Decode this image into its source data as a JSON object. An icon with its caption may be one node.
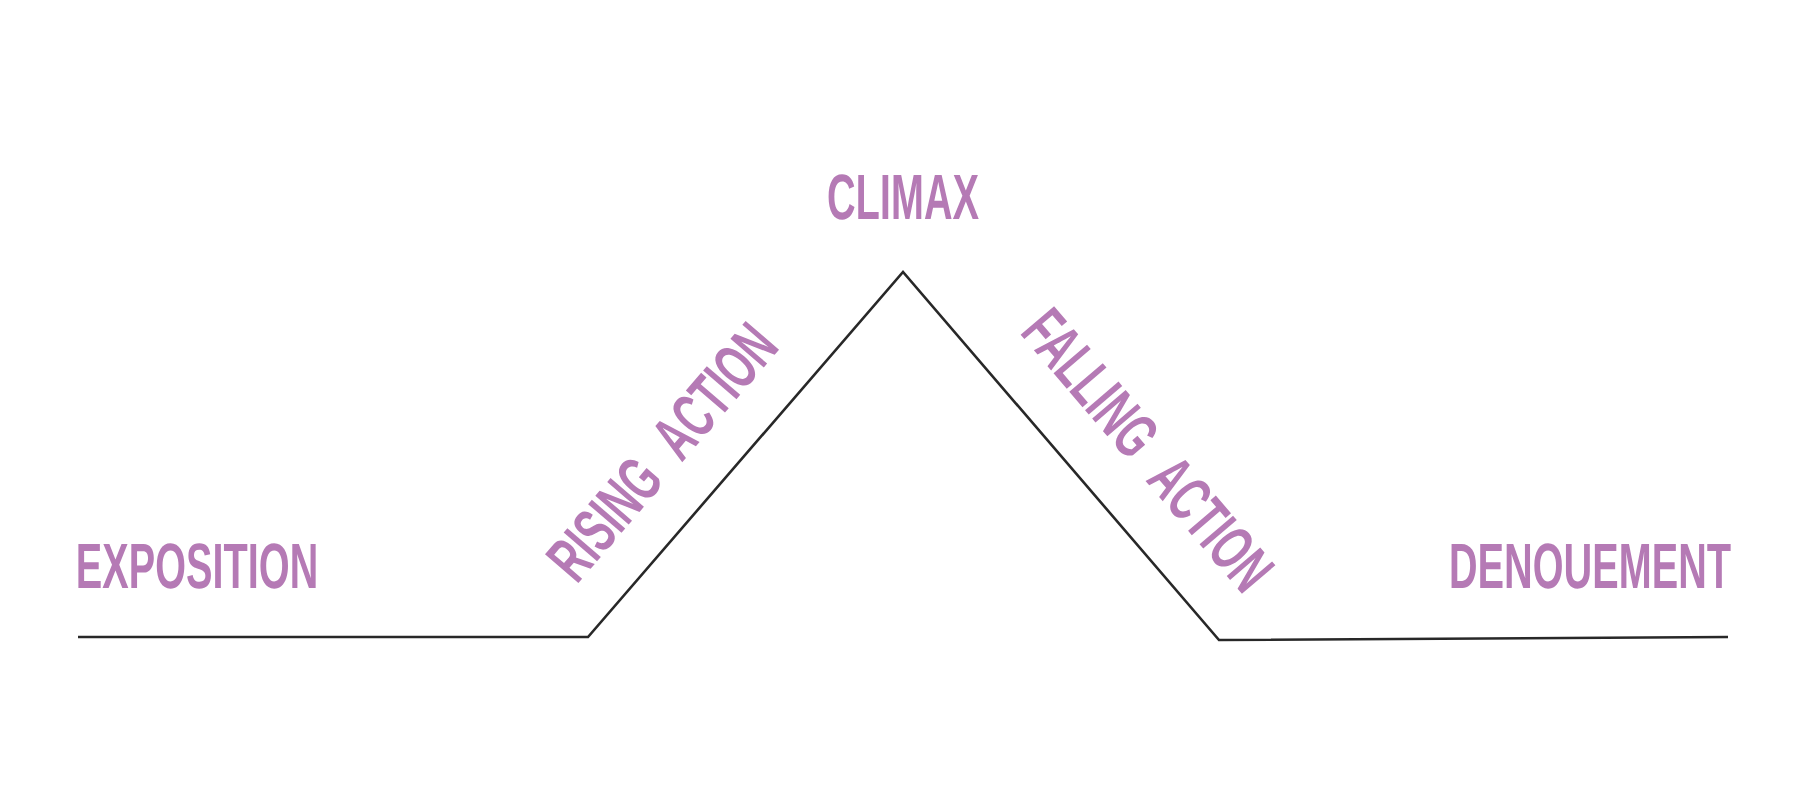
{
  "diagram": {
    "labels": [
      "CLIMAX",
      "RISING ACTION",
      "FALLING ACTION",
      "EXPOSITION",
      "DENOUEMENT"
    ]
  }
}
